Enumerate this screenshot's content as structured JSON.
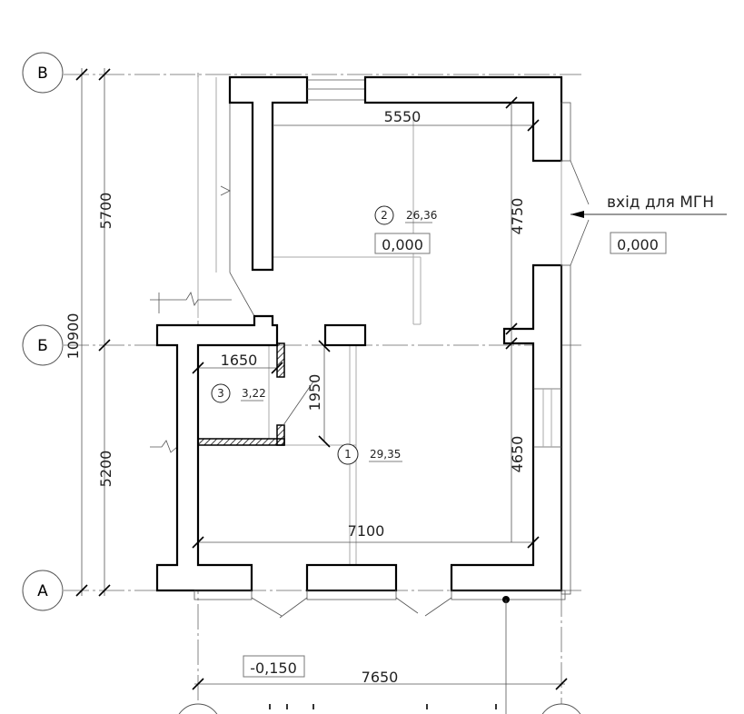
{
  "axes": {
    "v": "В",
    "b": "Б",
    "a": "А"
  },
  "dimensions": {
    "total_height": "10900",
    "upper_height": "5700",
    "lower_height": "5200",
    "room2_width": "5550",
    "room2_height": "4750",
    "room1_height": "4650",
    "room1_width": "7100",
    "room3_width": "1650",
    "room3_height": "1950",
    "building_width": "7650"
  },
  "rooms": [
    {
      "number": "1",
      "area": "29,35"
    },
    {
      "number": "2",
      "area": "26,36",
      "level": "0,000"
    },
    {
      "number": "3",
      "area": "3,22"
    }
  ],
  "entrance": {
    "label": "вхід для МГН",
    "level": "0,000"
  },
  "outside_level": "-0,150"
}
